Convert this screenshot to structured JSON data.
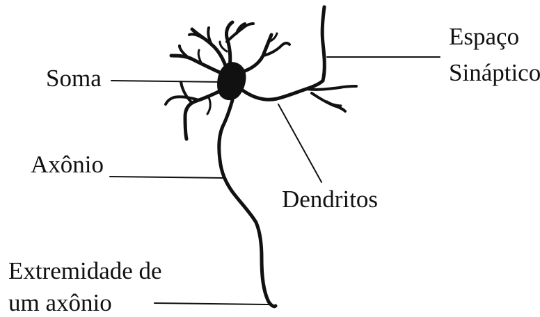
{
  "labels": {
    "soma": "Soma",
    "axonio": "Axônio",
    "dendritos": "Dendritos",
    "espaco_line1": "Espaço",
    "espaco_line2": "Sináptico",
    "extremidade_line1": "Extremidade de",
    "extremidade_line2": "um axônio"
  },
  "colors": {
    "ink": "#111111",
    "background": "#ffffff"
  }
}
